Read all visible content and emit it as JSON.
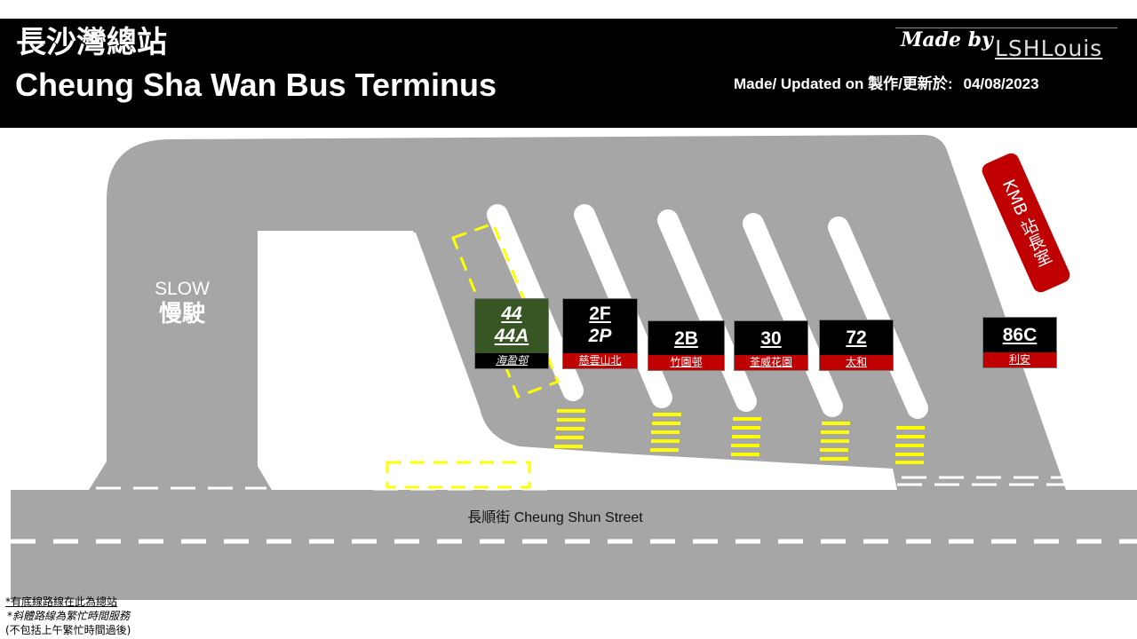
{
  "header": {
    "title_zh": "長沙灣總站",
    "title_en": "Cheung Sha Wan Bus Terminus",
    "made_by_label": "Made by",
    "author": "LSHLouis",
    "updated_label": "Made/ Updated on 製作/更新於:",
    "updated_date": "04/08/2023"
  },
  "map": {
    "slow_en": "SLOW",
    "slow_zh": "慢駛",
    "street": "長順街 Cheung Shun Street",
    "kmb_office": "KMB 站長室",
    "colors": {
      "road": "#a6a6a6",
      "terminus_route_dest": "#c00000",
      "busy_route_bg": "#375623",
      "bay_marking": "#ffff00"
    }
  },
  "stops": [
    {
      "lines": [
        "44",
        "44A"
      ],
      "dest": "海盈邨",
      "style": "busy-hour"
    },
    {
      "lines": [
        "2F",
        "2P"
      ],
      "dest": "慈雲山北",
      "style": "terminus",
      "italic_line": "2P"
    },
    {
      "lines": [
        "2B"
      ],
      "dest": "竹園邨",
      "style": "terminus"
    },
    {
      "lines": [
        "30"
      ],
      "dest": "荃威花園",
      "style": "terminus"
    },
    {
      "lines": [
        "72"
      ],
      "dest": "太和",
      "style": "terminus"
    },
    {
      "lines": [
        "86C"
      ],
      "dest": "利安",
      "style": "terminus"
    }
  ],
  "notes": [
    "*有底線路線在此為總站",
    "*斜體路線為繁忙時間服務",
    "(不包括上午繁忙時間過後)"
  ]
}
